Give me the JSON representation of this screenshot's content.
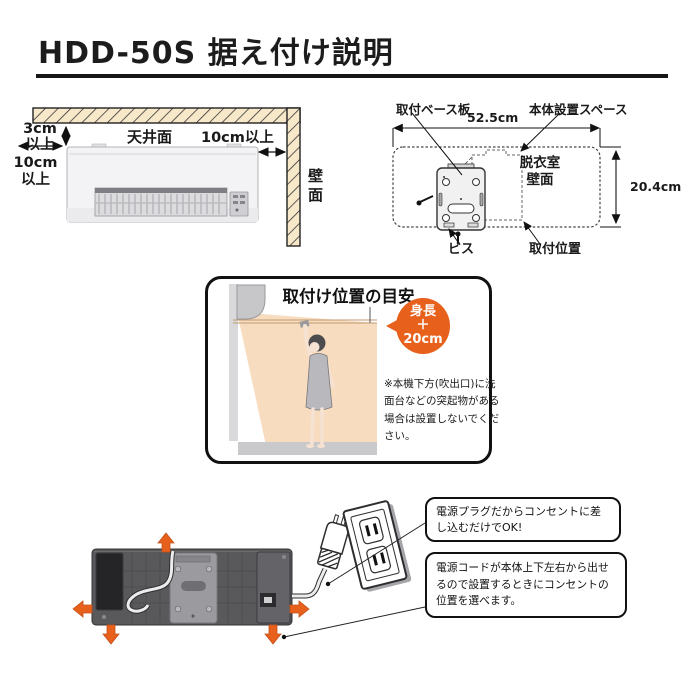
{
  "page": {
    "title": "HDD-50S  据え付け説明"
  },
  "colors": {
    "accent_orange": "#e8611c",
    "hatch_beige": "#f6e8c9",
    "air_peach": "#f8dcbf",
    "line_black": "#1a1a1a"
  },
  "clearance_diagram": {
    "ceiling_label": "天井面",
    "wall_label": "壁面",
    "top_clearance": "3cm\n以上",
    "left_clearance": "10cm\n以上",
    "side_clearance": "10cm以上"
  },
  "mounting_diagram": {
    "base_plate_label": "取付ベース板",
    "install_space_label": "本体設置スペース",
    "width_dimension": "52.5cm",
    "height_dimension": "20.4cm",
    "wall_label": "脱衣室\n壁面",
    "screw_label": "ビス",
    "mount_position_label": "取付位置"
  },
  "position_guide": {
    "title": "取付け位置の目安",
    "height_bubble": "身長\n＋\n20cm",
    "note": "※本機下方(吹出口)に洗面台などの突起物がある場合は設置しないでください。"
  },
  "cord_section": {
    "plug_callout": "電源プラグだからコンセントに差し込むだけでOK!",
    "cord_callout": "電源コードが本体上下左右から出せるので設置するときにコンセントの位置を選べます。"
  }
}
